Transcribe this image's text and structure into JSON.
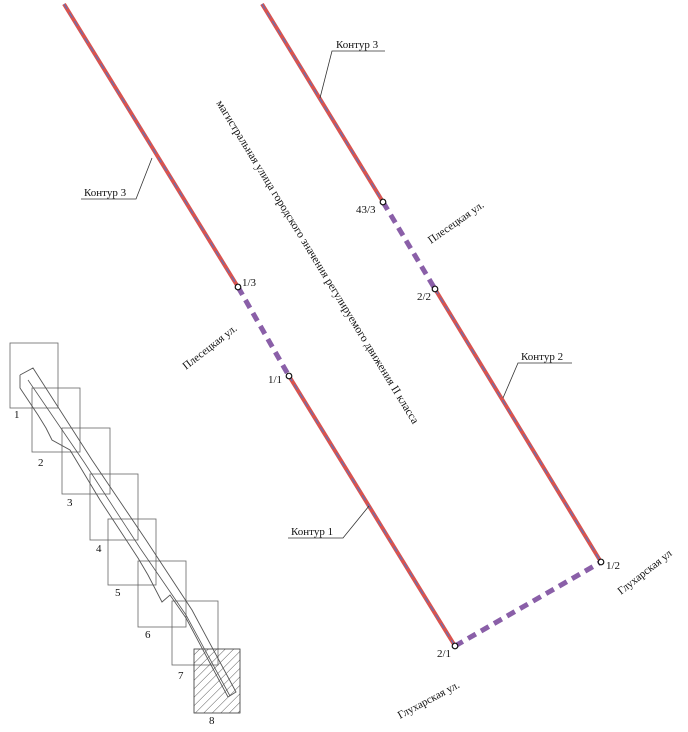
{
  "map": {
    "road_label": "магистральная улица городского значения регулируемого движения II класса",
    "streets": {
      "plesetskaya_left": "Плесецкая ул.",
      "plesetskaya_right": "Плесецкая ул.",
      "glukharskaya_bottom": "Глухарская ул.",
      "glukharskaya_right": "Глухарская ул"
    },
    "contours": {
      "contour3_left": "Контур 3",
      "contour3_right": "Контур 3",
      "contour1": "Контур 1",
      "contour2": "Контур 2"
    },
    "points": {
      "p1_3": "1/3",
      "p1_1": "1/1",
      "p43_3": "43/3",
      "p2_2": "2/2",
      "p2_1": "2/1",
      "p1_2": "1/2"
    },
    "index_sheets": [
      "1",
      "2",
      "3",
      "4",
      "5",
      "6",
      "7",
      "8"
    ],
    "colors": {
      "contour_red": "#d9534f",
      "contour_blue": "#6a6fb0",
      "boundary_purple": "#8a5fa8"
    }
  }
}
